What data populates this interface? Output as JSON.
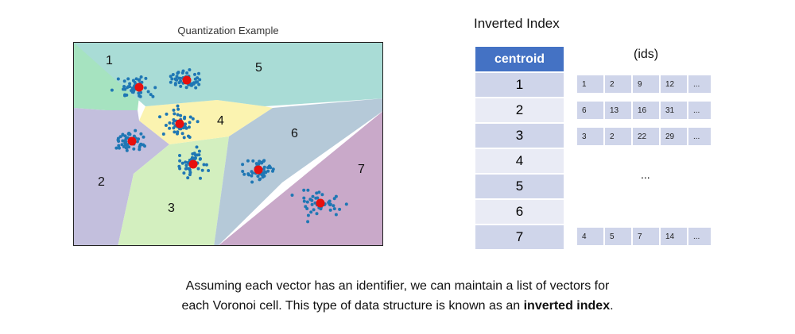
{
  "plot": {
    "title": "Quantization Example",
    "region_labels": [
      "1",
      "2",
      "3",
      "4",
      "5",
      "6",
      "7"
    ],
    "region_colors": {
      "1": "#a6e3c0",
      "2": "#c3bfdd",
      "3": "#d3efbf",
      "4": "#fbf3b0",
      "5": "#a9dcd6",
      "6": "#b5c9d8",
      "7": "#c9a9c9"
    },
    "point_color": "#1f77b4",
    "centroid_color": "#e8100e"
  },
  "index": {
    "title": "Inverted Index",
    "header": "centroid",
    "ids_label": "(ids)",
    "rows": [
      "1",
      "2",
      "3",
      "4",
      "5",
      "6",
      "7"
    ],
    "ids": [
      [
        "1",
        "2",
        "9",
        "12",
        "..."
      ],
      [
        "6",
        "13",
        "16",
        "31",
        "..."
      ],
      [
        "3",
        "2",
        "22",
        "29",
        "..."
      ],
      [
        "4",
        "5",
        "7",
        "14",
        "..."
      ]
    ],
    "ids_ellipsis": "..."
  },
  "caption": {
    "line1": "Assuming each vector has an identifier, we can maintain a list of vectors for",
    "line2_pre": "each Voronoi cell. This type of data structure is known as an ",
    "line2_bold": "inverted index",
    "line2_post": "."
  }
}
